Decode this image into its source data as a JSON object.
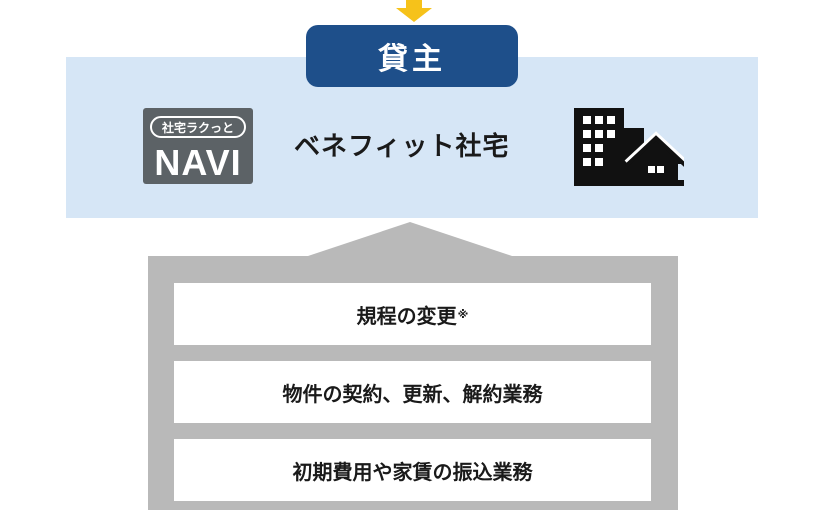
{
  "colors": {
    "arrow": "#f6c21a",
    "panel_bg": "#d6e6f6",
    "title_bg": "#1e4f8a",
    "logo_bg": "#5c6266",
    "house_gray": "#b9b9b9"
  },
  "lender": {
    "title": "貸主"
  },
  "logo": {
    "top_text": "社宅ラクっと",
    "main_text": "NAVI"
  },
  "service": {
    "name": "ベネフィット社宅"
  },
  "icons": {
    "arrow": "down-arrow-icon",
    "building": "building-icon"
  },
  "tasks": [
    {
      "label": "規程の変更",
      "note": "※"
    },
    {
      "label": "物件の契約、更新、解約業務"
    },
    {
      "label": "初期費用や家賃の振込業務"
    }
  ]
}
